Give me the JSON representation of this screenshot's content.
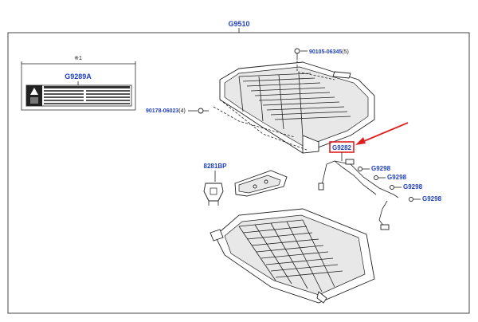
{
  "diagram": {
    "title_code": "G9510",
    "label_group": {
      "marker": "※1",
      "code": "G9289A"
    },
    "parts": {
      "bolt_upper": {
        "code": "90105-06345",
        "qty": "(5)"
      },
      "bolt_left": {
        "code": "90178-06023",
        "qty": "(4)"
      },
      "bracket": {
        "code": "8281BP"
      },
      "harness": {
        "code": "G9282"
      },
      "nuts": [
        "G9298",
        "G9298",
        "G9298",
        "G9298"
      ]
    },
    "colors": {
      "label_blue": "#1f3fbf",
      "highlight_red": "#e02020",
      "line": "#222222"
    }
  }
}
